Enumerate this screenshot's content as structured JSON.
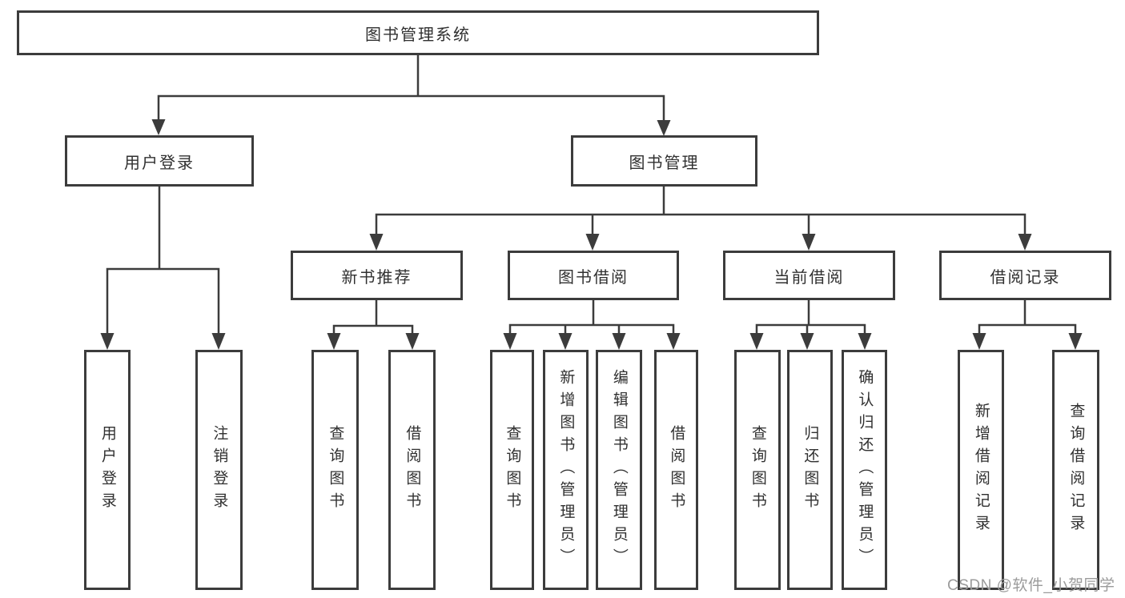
{
  "nodes": {
    "root": "图书管理系统",
    "user_login": "用户登录",
    "book_management": "图书管理",
    "new_book_recommend": "新书推荐",
    "book_borrow": "图书借阅",
    "current_borrow": "当前借阅",
    "borrow_records": "借阅记录"
  },
  "leaves": {
    "user_login_group": [
      "用户登录",
      "注销登录"
    ],
    "new_book_group": [
      "查询图书",
      "借阅图书"
    ],
    "book_borrow_group": [
      "查询图书",
      "新增图书（管理员）",
      "编辑图书（管理员）",
      "借阅图书"
    ],
    "current_borrow_group": [
      "查询图书",
      "归还图书",
      "确认归还（管理员）"
    ],
    "records_group": [
      "新增借阅记录",
      "查询借阅记录"
    ]
  },
  "watermark": "CSDN @软件_小贺同学",
  "colors": {
    "line": "#3c3c3c",
    "text": "#303030",
    "watermark": "#9b9b9b",
    "background": "#ffffff"
  }
}
